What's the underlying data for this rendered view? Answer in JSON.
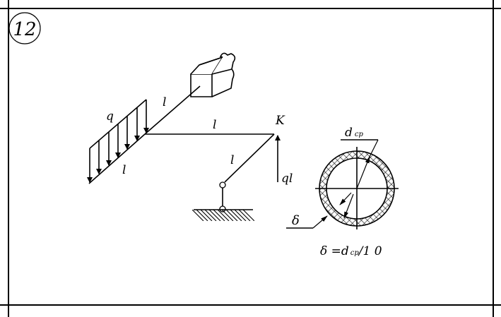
{
  "problem_number": "12",
  "labels": {
    "load_q": "q",
    "length_top": "l",
    "length_load": "l",
    "length_middle": "l",
    "length_diag": "l",
    "point_k": "K",
    "force_ql": "ql",
    "diameter": "d",
    "diameter_sub": "ср",
    "thickness": "δ",
    "formula_lhs": "δ =d",
    "formula_sub": "ср",
    "formula_rhs": "/1 0"
  }
}
